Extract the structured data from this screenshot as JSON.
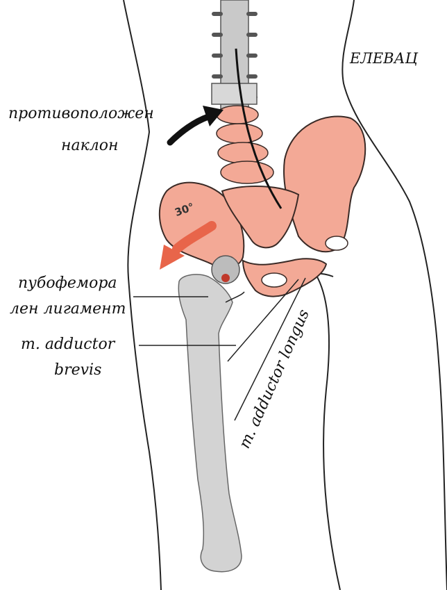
{
  "labels": {
    "elevation": "ЕЛЕВАЦ",
    "contralateral_line1": "противоположен",
    "contralateral_line2": "наклон",
    "pubofemoral_line1": "пубофемора",
    "pubofemoral_line2": "лен лигамент",
    "adductor_brevis_line1": "m. adductor",
    "adductor_brevis_line2": "brevis",
    "adductor_longus": "m. adductor longus",
    "angle": "30°"
  },
  "colors": {
    "bone_pink": "#f3a996",
    "bone_outline": "#3a2a26",
    "femur_gray": "#d3d3d3",
    "spine_gray": "#c9c9c9",
    "arrow_red": "#e8654a",
    "body_outline": "#222222",
    "ink": "#111111"
  },
  "icons": {
    "tilt_arrow": "curved-arrow-icon",
    "rotation_arrow": "rotation-arrow-icon"
  }
}
